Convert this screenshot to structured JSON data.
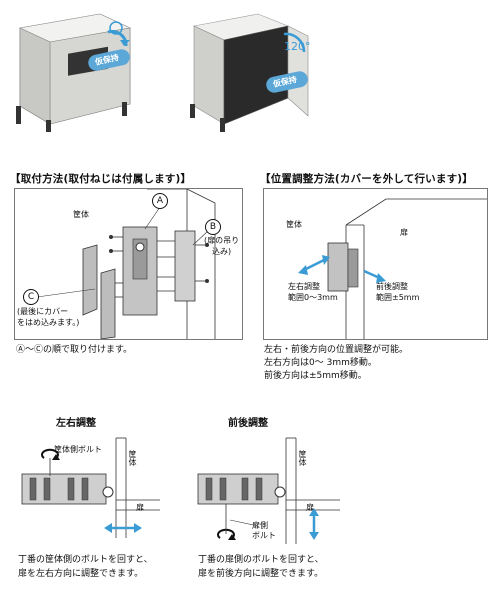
{
  "photos": {
    "left": {
      "tag": "仮保持"
    },
    "right": {
      "tag": "仮保持",
      "angle": "120°"
    }
  },
  "mounting": {
    "heading": "【取付方法(取付ねじは付属します)】",
    "body_label": "筐体",
    "marker_a": "A",
    "marker_b": "B",
    "marker_c": "C",
    "b_note_line1": "(扉の吊り",
    "b_note_line2": "込み)",
    "c_note_line1": "(最後にカバー",
    "c_note_line2": "をはめ込みます。)",
    "caption": "Ⓐ～Ⓒの順で取り付けます。"
  },
  "position": {
    "heading": "【位置調整方法(カバーを外して行います)】",
    "body_label": "筐体",
    "door_label": "扉",
    "lr_line1": "左右調整",
    "lr_line2": "範囲0～3mm",
    "fb_line1": "前後調整",
    "fb_line2": "範囲±5mm",
    "note_line1": "左右・前後方向の位置調整が可能。",
    "note_line2": "左右方向は0～ 3mm移動。",
    "note_line3": "前後方向は±5mm移動。"
  },
  "lr_adjust": {
    "title": "左右調整",
    "bolt_label": "筐体側ボルト",
    "body_label": "筐体",
    "door_label": "扉",
    "caption_line1": "丁番の筐体側のボルトを回すと、",
    "caption_line2": "扉を左右方向に調整できます。"
  },
  "fb_adjust": {
    "title": "前後調整",
    "body_label": "筐体",
    "door_label": "扉",
    "bolt_line1": "扉側",
    "bolt_line2": "ボルト",
    "caption_line1": "丁番の扉側のボルトを回すと、",
    "caption_line2": "扉を前後方向に調整できます。"
  },
  "colors": {
    "accent": "#3a9bd5",
    "tag_bg": "#5ba8d8",
    "line": "#222222",
    "metal": "#b8b8b8"
  }
}
